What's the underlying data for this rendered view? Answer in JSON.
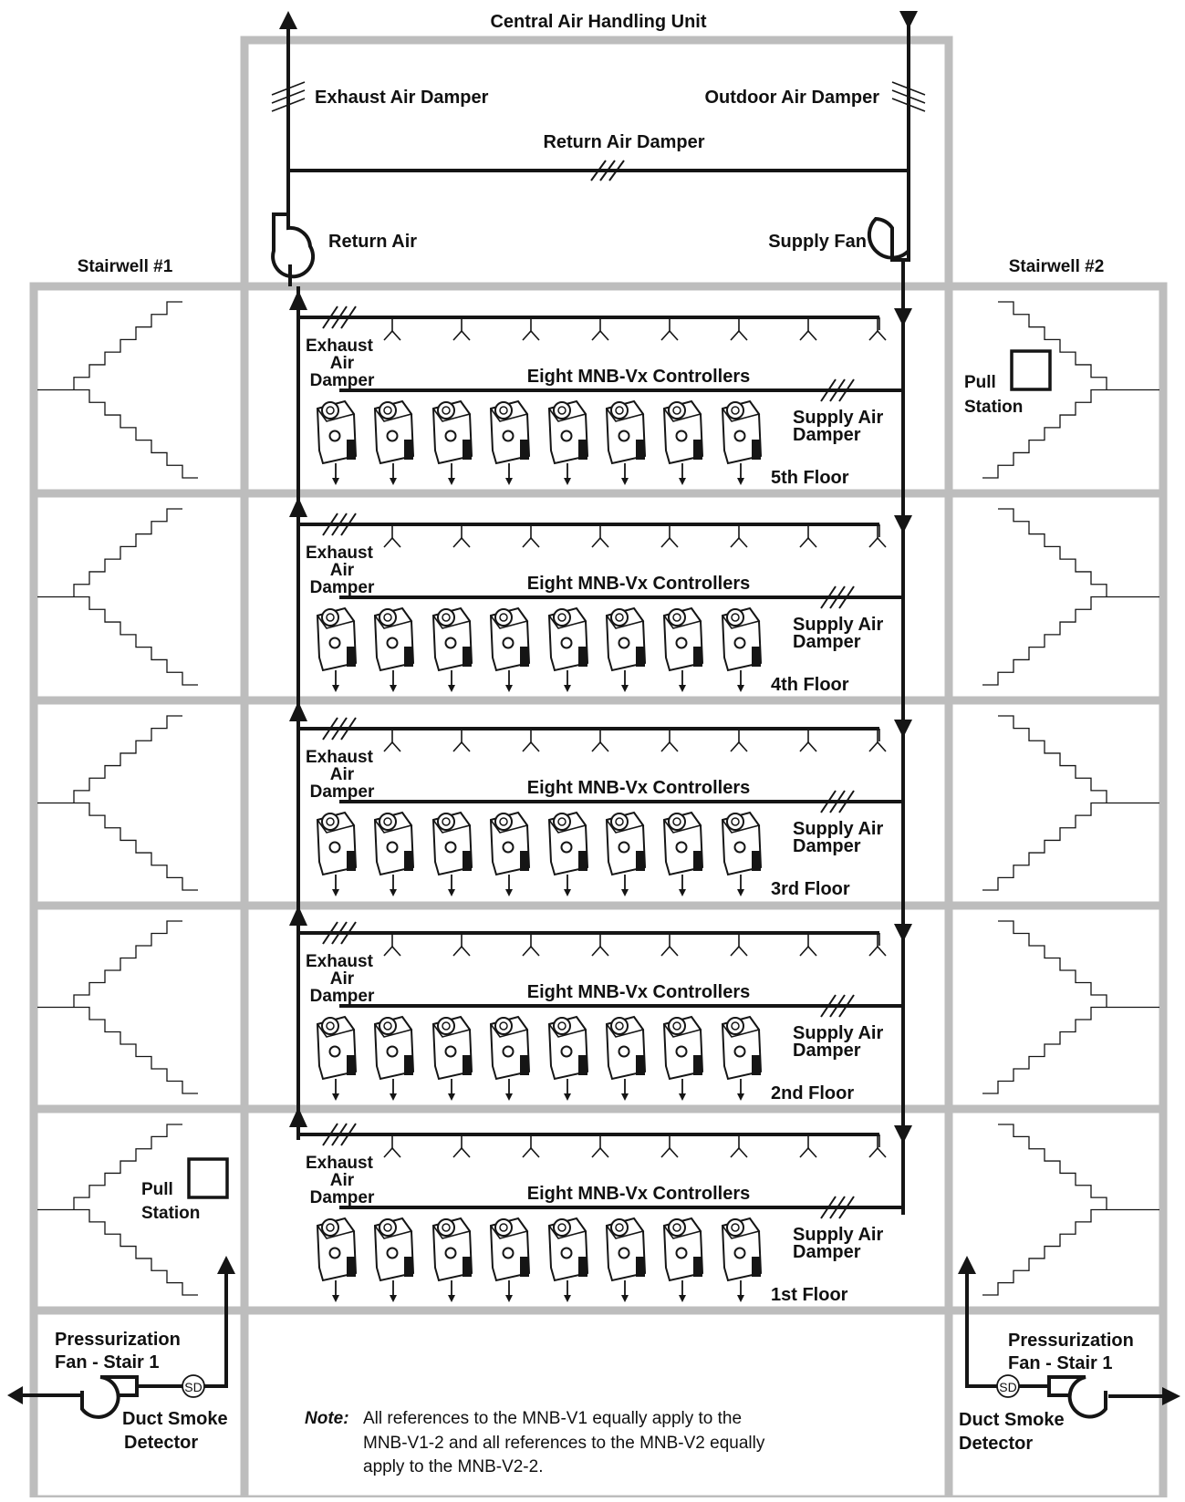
{
  "title": "Central Air Handling Unit",
  "ahu": {
    "exhaust_damper": "Exhaust Air Damper",
    "outdoor_damper": "Outdoor Air Damper",
    "return_damper": "Return Air Damper",
    "return_fan": "Return Air",
    "supply_fan": "Supply Fan"
  },
  "stairwells": {
    "left": "Stairwell #1",
    "right": "Stairwell #2"
  },
  "pull_station": {
    "line1": "Pull",
    "line2": "Station"
  },
  "floor_labels": {
    "exhaust_line1": "Exhaust",
    "exhaust_line2": "Air",
    "exhaust_line3": "Damper",
    "controllers": "Eight MNB-Vx Controllers",
    "supply_line1": "Supply Air",
    "supply_line2": "Damper"
  },
  "floors": [
    {
      "name": "5th Floor"
    },
    {
      "name": "4th Floor"
    },
    {
      "name": "3rd Floor"
    },
    {
      "name": "2nd Floor"
    },
    {
      "name": "1st Floor"
    }
  ],
  "pressurization": {
    "left_line1": "Pressurization",
    "left_line2": "Fan - Stair 1",
    "right_line1": "Pressurization",
    "right_line2": "Fan - Stair 1",
    "sd_label": "SD",
    "detector_line1": "Duct Smoke",
    "detector_line2": "Detector"
  },
  "note": {
    "label": "Note:",
    "line1": "All references to the MNB-V1 equally apply to the",
    "line2": "MNB-V1-2 and all references to the MNB-V2 equally",
    "line3": "apply to the MNB-V2-2."
  }
}
